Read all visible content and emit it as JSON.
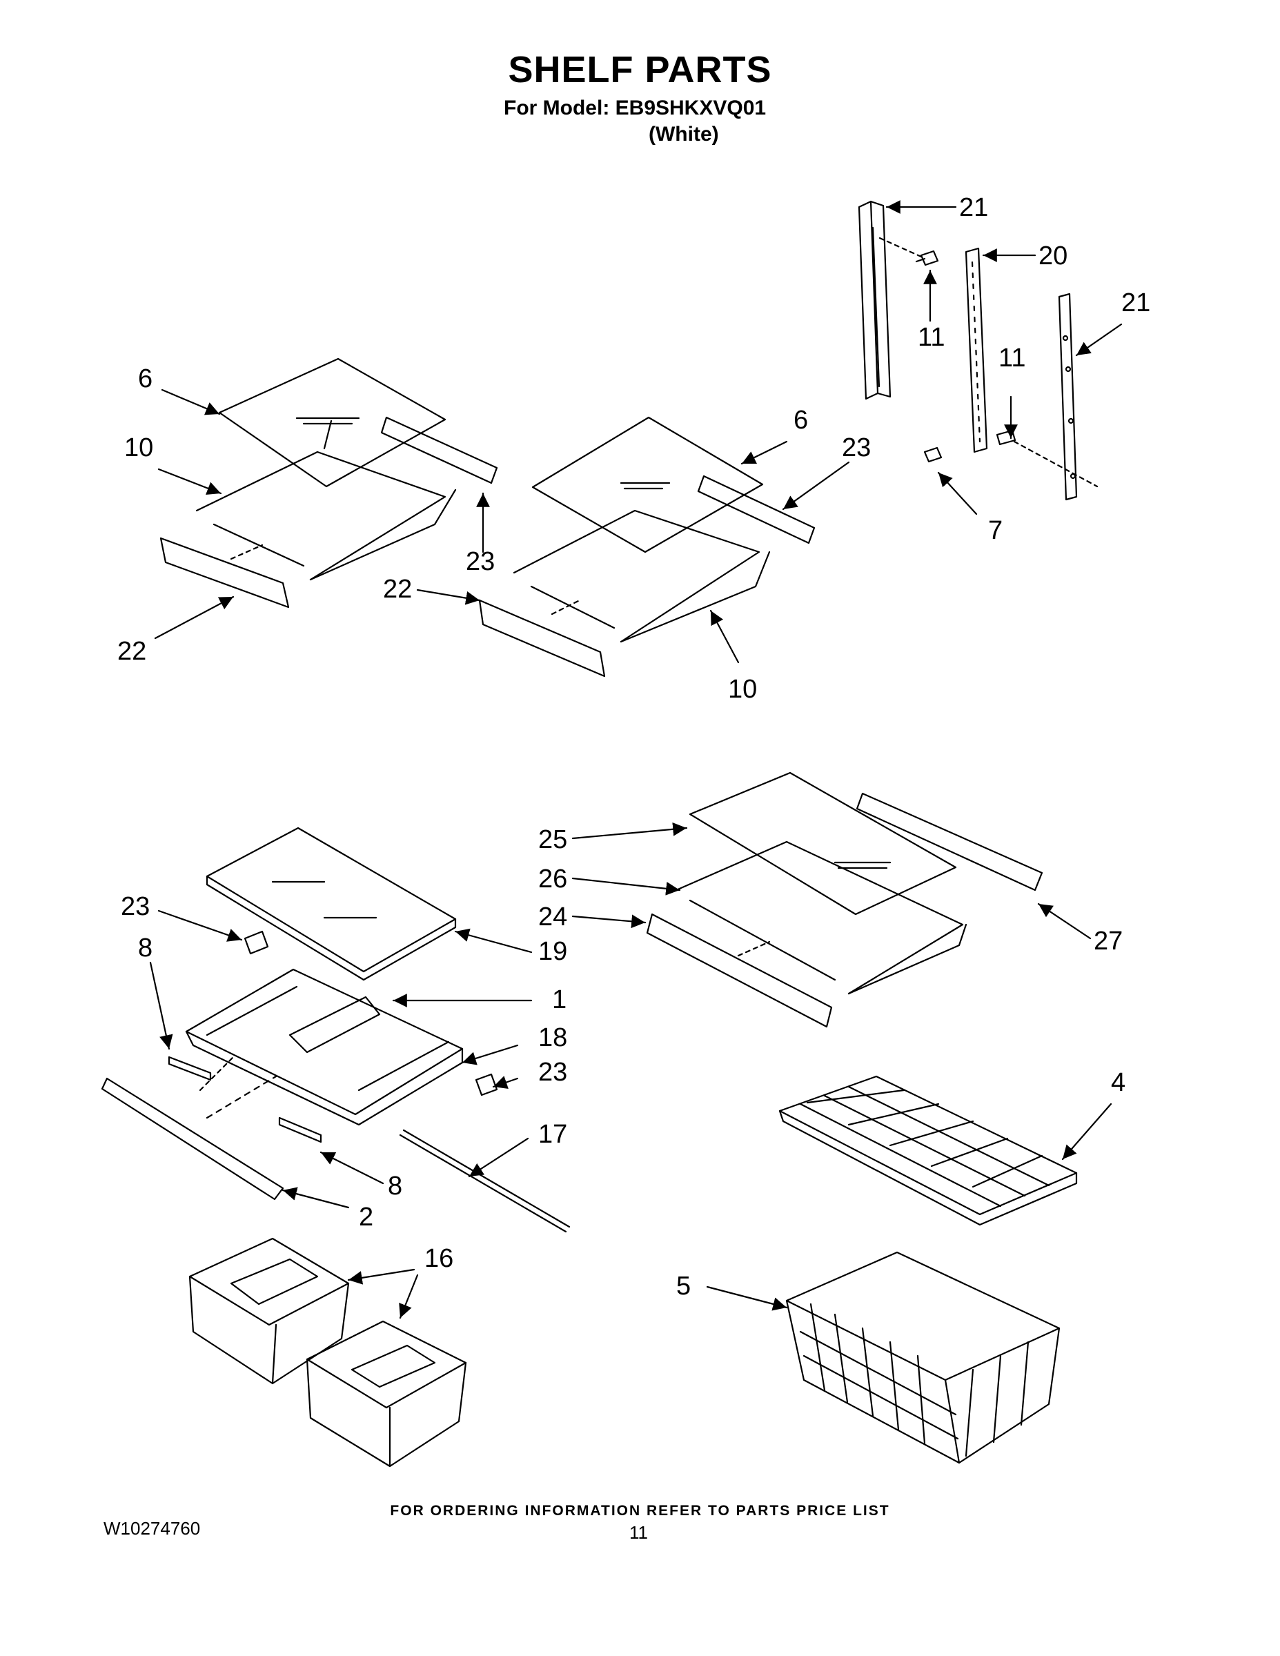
{
  "header": {
    "title": "SHELF PARTS",
    "model_line": "For Model: EB9SHKXVQ01",
    "variant": "(White)"
  },
  "callouts": {
    "c21a": "21",
    "c20": "20",
    "c11a": "11",
    "c21b": "21",
    "c11b": "11",
    "c7": "7",
    "c6a": "6",
    "c10a": "10",
    "c23a": "23",
    "c22a": "22",
    "c6b": "6",
    "c23b": "23",
    "c22b": "22",
    "c10b": "10",
    "c25": "25",
    "c26": "26",
    "c24": "24",
    "c27": "27",
    "c23c": "23",
    "c8a": "8",
    "c19": "19",
    "c1": "1",
    "c18": "18",
    "c23d": "23",
    "c17": "17",
    "c8b": "8",
    "c2": "2",
    "c16": "16",
    "c4": "4",
    "c5": "5"
  },
  "footer": {
    "ordering_note": "FOR ORDERING INFORMATION REFER TO PARTS PRICE LIST",
    "document_number": "W10274760",
    "page_number": "11"
  }
}
